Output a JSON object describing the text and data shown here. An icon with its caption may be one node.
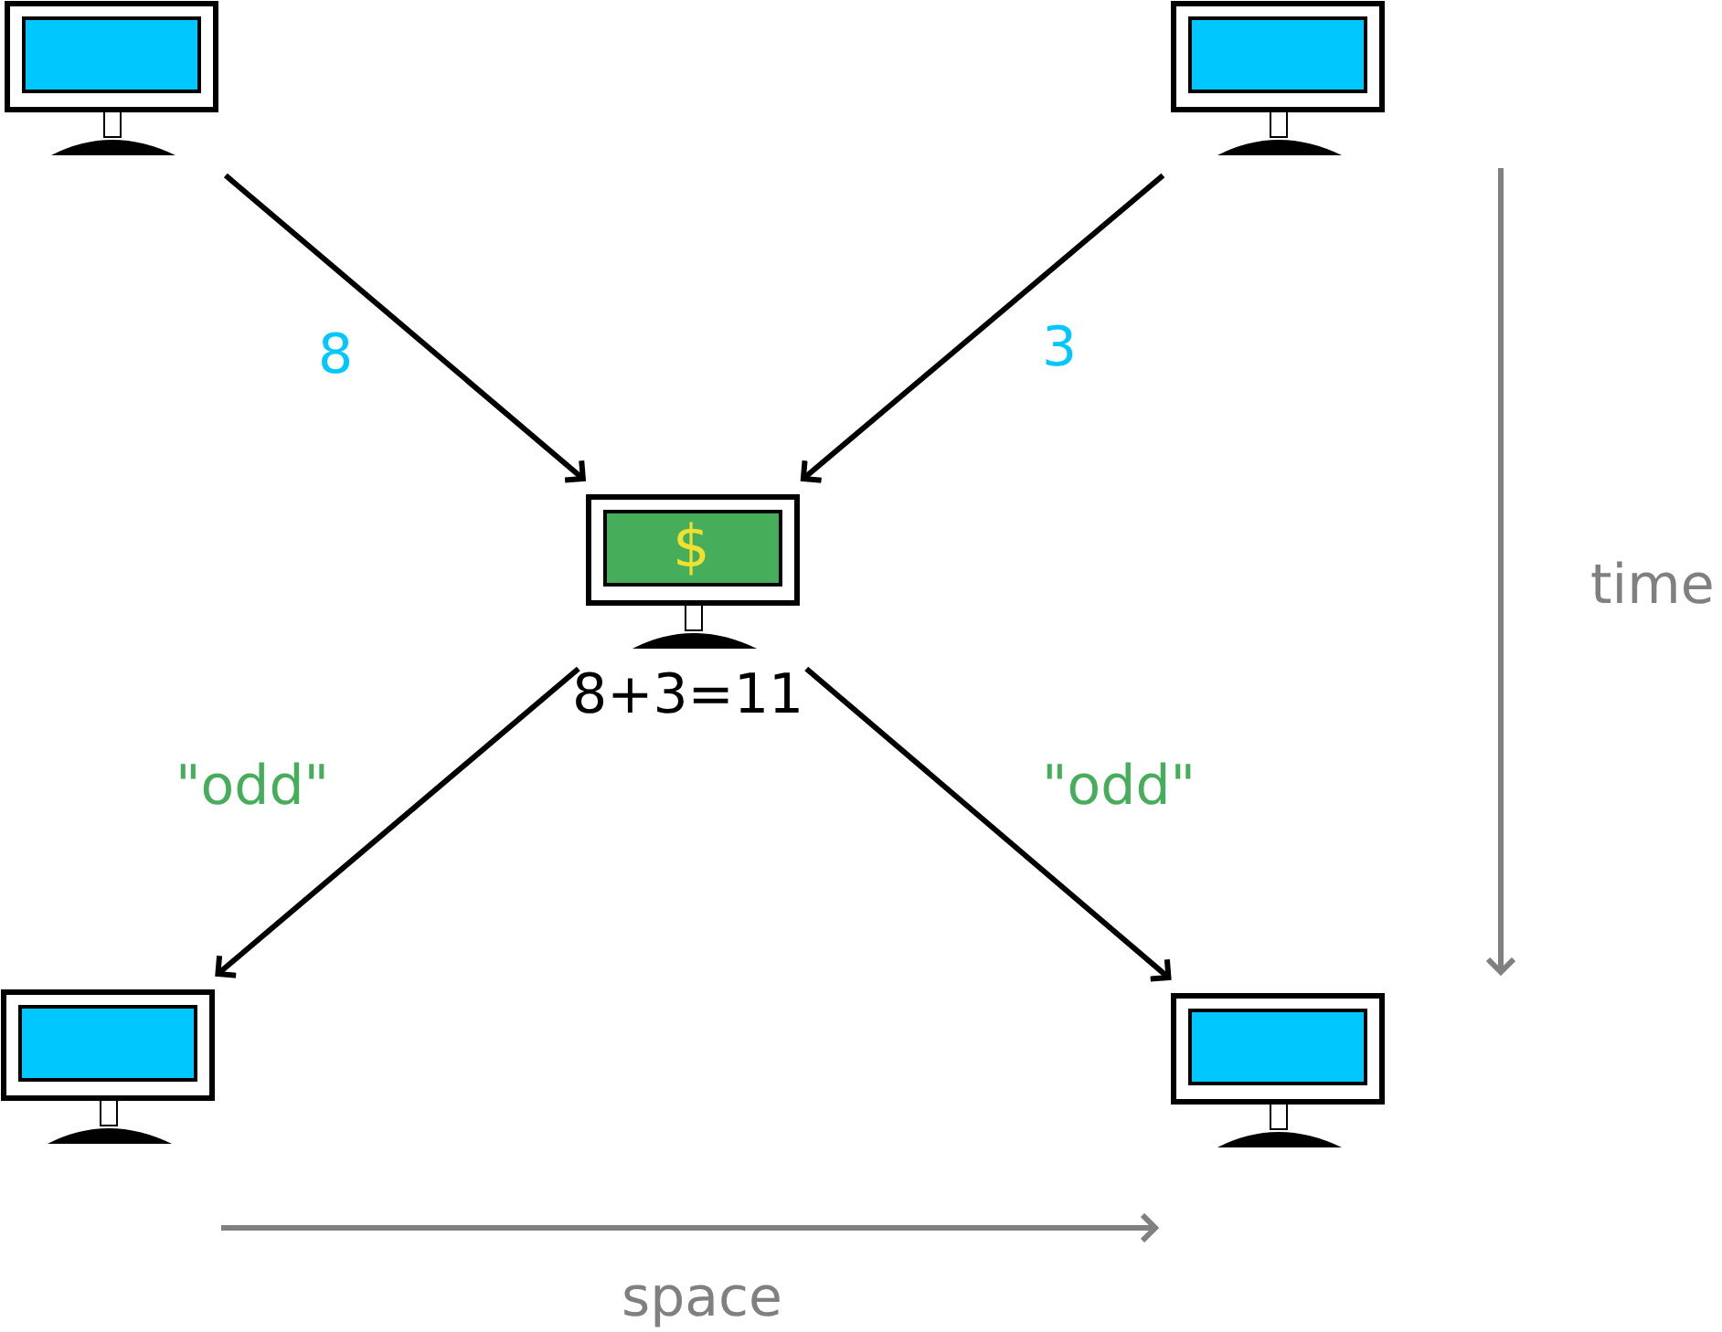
{
  "diagram": {
    "nodes": [
      {
        "text": [],
        "shape": "computer"
      },
      {
        "text": [],
        "shape": "computer"
      },
      {
        "text": [
          "$"
        ],
        "beside": [
          "8+3=11"
        ]
      },
      {
        "text": [],
        "shape": "computer"
      },
      {
        "text": [],
        "shape": "computer"
      }
    ],
    "edges": [
      {
        "from": 0,
        "to": 2,
        "arrow": "to",
        "label": "8"
      },
      {
        "from": 1,
        "to": 2,
        "arrow": "to",
        "label": "3"
      },
      {
        "from": 2,
        "to": 3,
        "arrow": "to",
        "label": "\"odd\""
      },
      {
        "from": 2,
        "to": 4,
        "arrow": "to",
        "label": "\"odd\""
      }
    ],
    "labels": [
      "time",
      "space"
    ]
  }
}
